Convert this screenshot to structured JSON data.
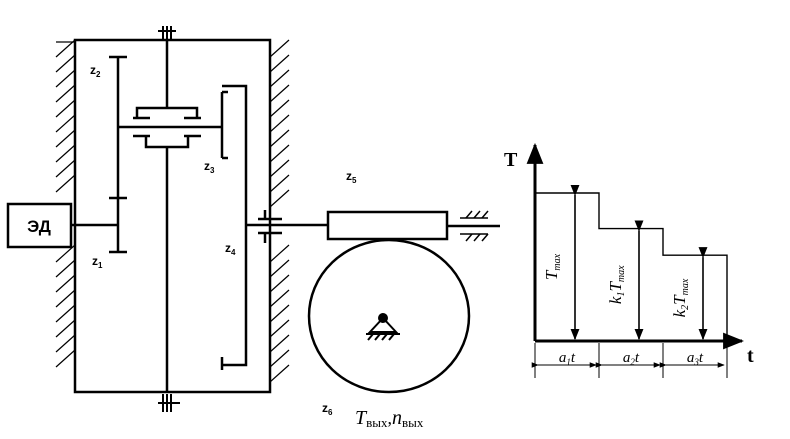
{
  "motor": {
    "label": "ЭД"
  },
  "gears": {
    "z1": {
      "main": "z",
      "sub": "1"
    },
    "z2": {
      "main": "z",
      "sub": "2"
    },
    "z3": {
      "main": "z",
      "sub": "3"
    },
    "z4": {
      "main": "z",
      "sub": "4"
    },
    "z5": {
      "main": "z",
      "sub": "5"
    },
    "z6": {
      "main": "z",
      "sub": "6"
    }
  },
  "output": {
    "torque_main": "T",
    "torque_sub": "вых",
    "separator": ",",
    "speed_main": "n",
    "speed_sub": "вых"
  },
  "chart": {
    "y_axis": "T",
    "x_axis": "t",
    "steps": [
      {
        "value_label": "T",
        "value_sub": "max",
        "coef": "",
        "coef_sub": "",
        "duration": "a",
        "duration_sub": "1",
        "duration_suffix": "t",
        "level": 1.0
      },
      {
        "value_label": "T",
        "value_sub": "max",
        "coef": "k",
        "coef_sub": "1",
        "duration": "a",
        "duration_sub": "2",
        "duration_suffix": "t",
        "level": 0.76
      },
      {
        "value_label": "T",
        "value_sub": "max",
        "coef": "k",
        "coef_sub": "2",
        "duration": "a",
        "duration_sub": "3",
        "duration_suffix": "t",
        "level": 0.58
      }
    ]
  }
}
